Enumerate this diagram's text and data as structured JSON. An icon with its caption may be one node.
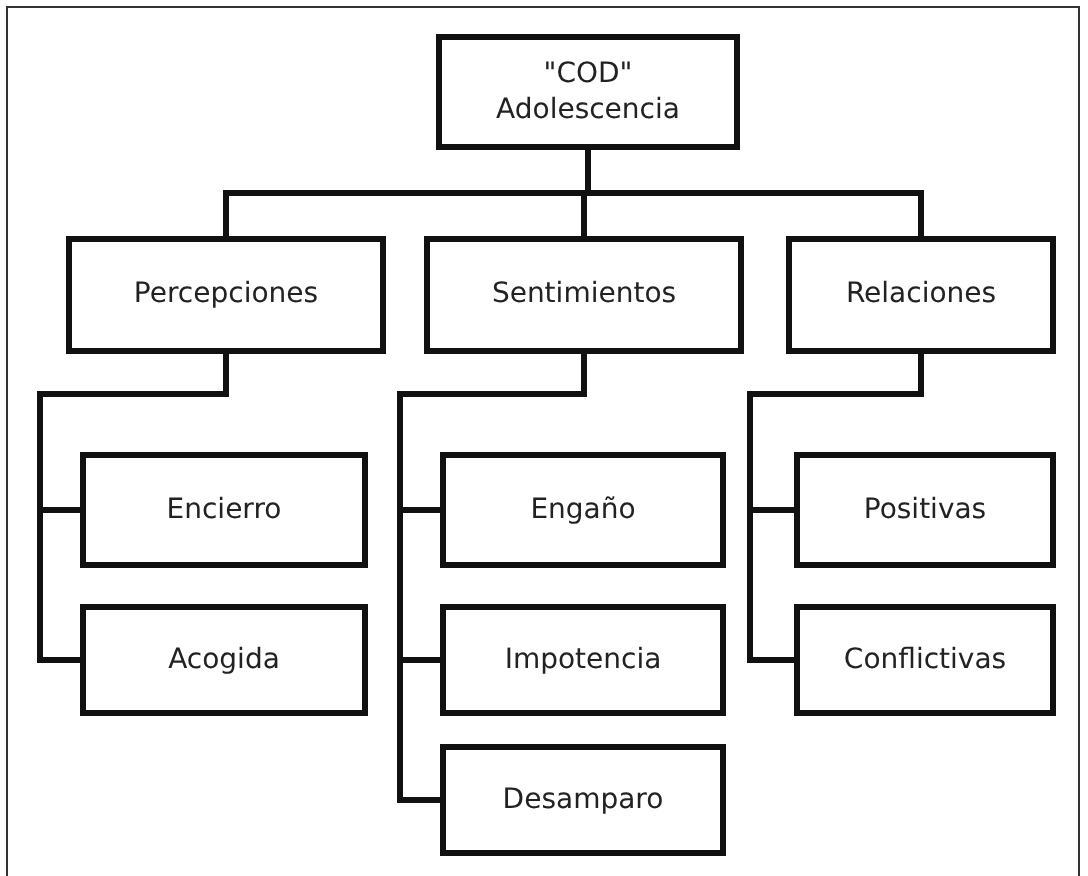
{
  "diagram": {
    "nodes": [
      {
        "text": [
          "\"COD\"",
          "Adolescencia"
        ]
      },
      {
        "text": [
          "Percepciones"
        ]
      },
      {
        "text": [
          "Sentimientos"
        ]
      },
      {
        "text": [
          "Relaciones"
        ]
      },
      {
        "text": [
          "Encierro"
        ]
      },
      {
        "text": [
          "Acogida"
        ]
      },
      {
        "text": [
          "Engaño"
        ]
      },
      {
        "text": [
          "Impotencia"
        ]
      },
      {
        "text": [
          "Desamparo"
        ]
      },
      {
        "text": [
          "Positivas"
        ]
      },
      {
        "text": [
          "Conflictivas"
        ]
      }
    ],
    "edges": [
      {
        "from": 0,
        "to": 1,
        "arrow": "none"
      },
      {
        "from": 0,
        "to": 2,
        "arrow": "none"
      },
      {
        "from": 0,
        "to": 3,
        "arrow": "none"
      },
      {
        "from": 1,
        "to": 4,
        "arrow": "none"
      },
      {
        "from": 1,
        "to": 5,
        "arrow": "none"
      },
      {
        "from": 2,
        "to": 6,
        "arrow": "none"
      },
      {
        "from": 2,
        "to": 7,
        "arrow": "none"
      },
      {
        "from": 2,
        "to": 8,
        "arrow": "none"
      },
      {
        "from": 3,
        "to": 9,
        "arrow": "none"
      },
      {
        "from": 3,
        "to": 10,
        "arrow": "none"
      }
    ]
  }
}
